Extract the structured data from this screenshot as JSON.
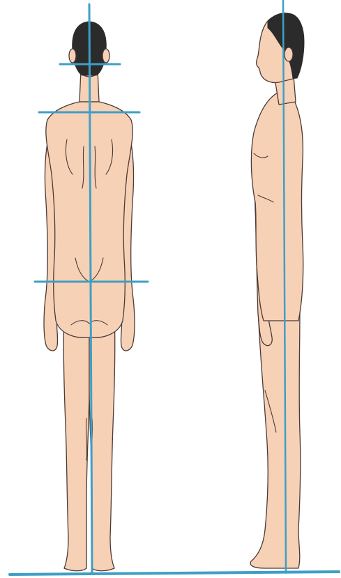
{
  "colors": {
    "skin": "#f7d1b6",
    "outline": "#4a3a36",
    "hair": "#2b2b2b",
    "guide": "#3e9fc6",
    "background": "#ffffff"
  },
  "figures": [
    {
      "view": "posterior",
      "guide_lines": [
        "head-level",
        "shoulder-level",
        "hip-level",
        "plumb-line"
      ]
    },
    {
      "view": "lateral",
      "guide_lines": [
        "plumb-line"
      ]
    }
  ],
  "ground_line": true
}
